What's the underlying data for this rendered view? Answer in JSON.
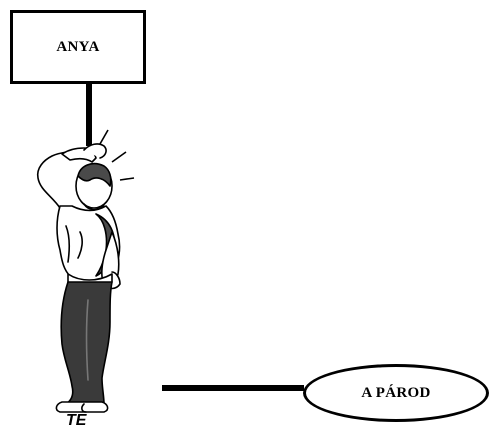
{
  "nodes": {
    "mother_label": "ANYA",
    "partner_label": "A PÁROD",
    "you_label": "TE"
  },
  "figure": {
    "icon": "confused-man-scratching-head"
  },
  "colors": {
    "stroke": "#000000",
    "background": "#ffffff",
    "shading": "#4a4a4a",
    "trousers": "#3a3a3a"
  }
}
